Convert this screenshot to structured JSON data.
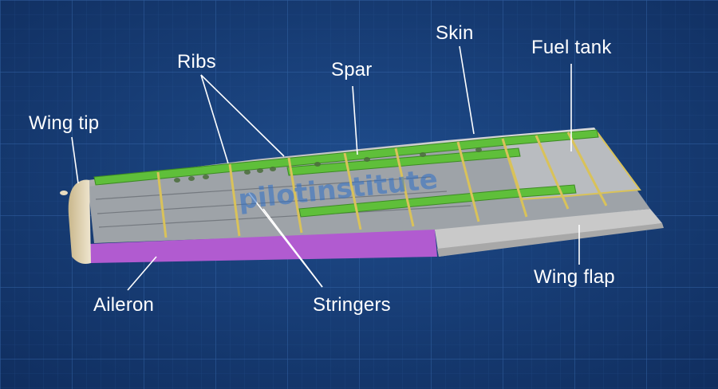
{
  "labels": {
    "ribs": "Ribs",
    "skin": "Skin",
    "spar": "Spar",
    "fuel_tank": "Fuel tank",
    "wing_tip": "Wing tip",
    "aileron": "Aileron",
    "stringers": "Stringers",
    "wing_flap": "Wing flap"
  },
  "watermark": "pilotinstitute",
  "colors": {
    "background": "#163a72",
    "grid_line": "#2b5a9a",
    "rib_green": "#5fbf3a",
    "spar_yellow": "#d9c25a",
    "aileron_purple": "#b15bd0",
    "skin_gray": "#c8c8c8",
    "label_text": "#ffffff"
  }
}
